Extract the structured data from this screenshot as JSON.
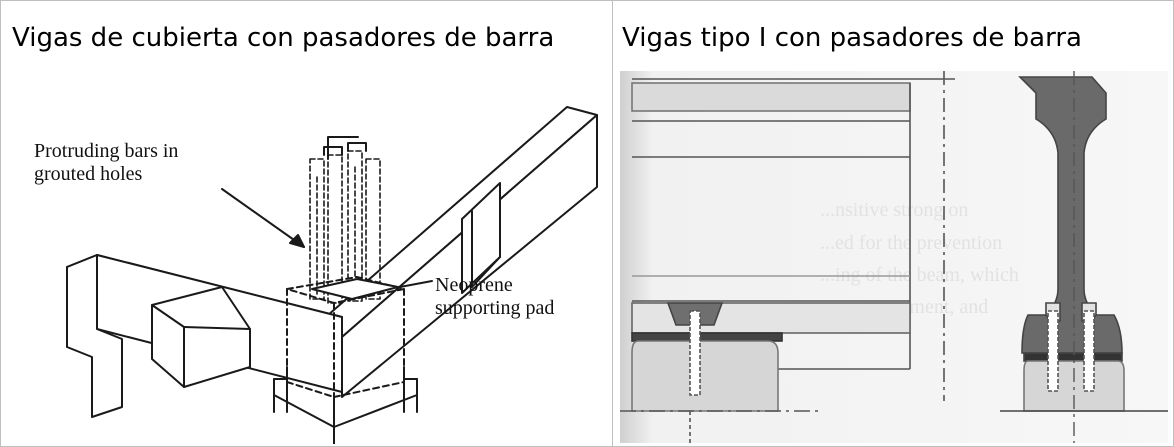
{
  "left_panel": {
    "title": "Vigas de cubierta con pasadores de barra",
    "annotations": {
      "bars_line1": "Protruding bars in",
      "bars_line2": "grouted holes",
      "pad_line1": "Neoprene",
      "pad_line2": "supporting pad"
    }
  },
  "right_panel": {
    "title": "Vigas tipo I con pasadores de barra"
  }
}
